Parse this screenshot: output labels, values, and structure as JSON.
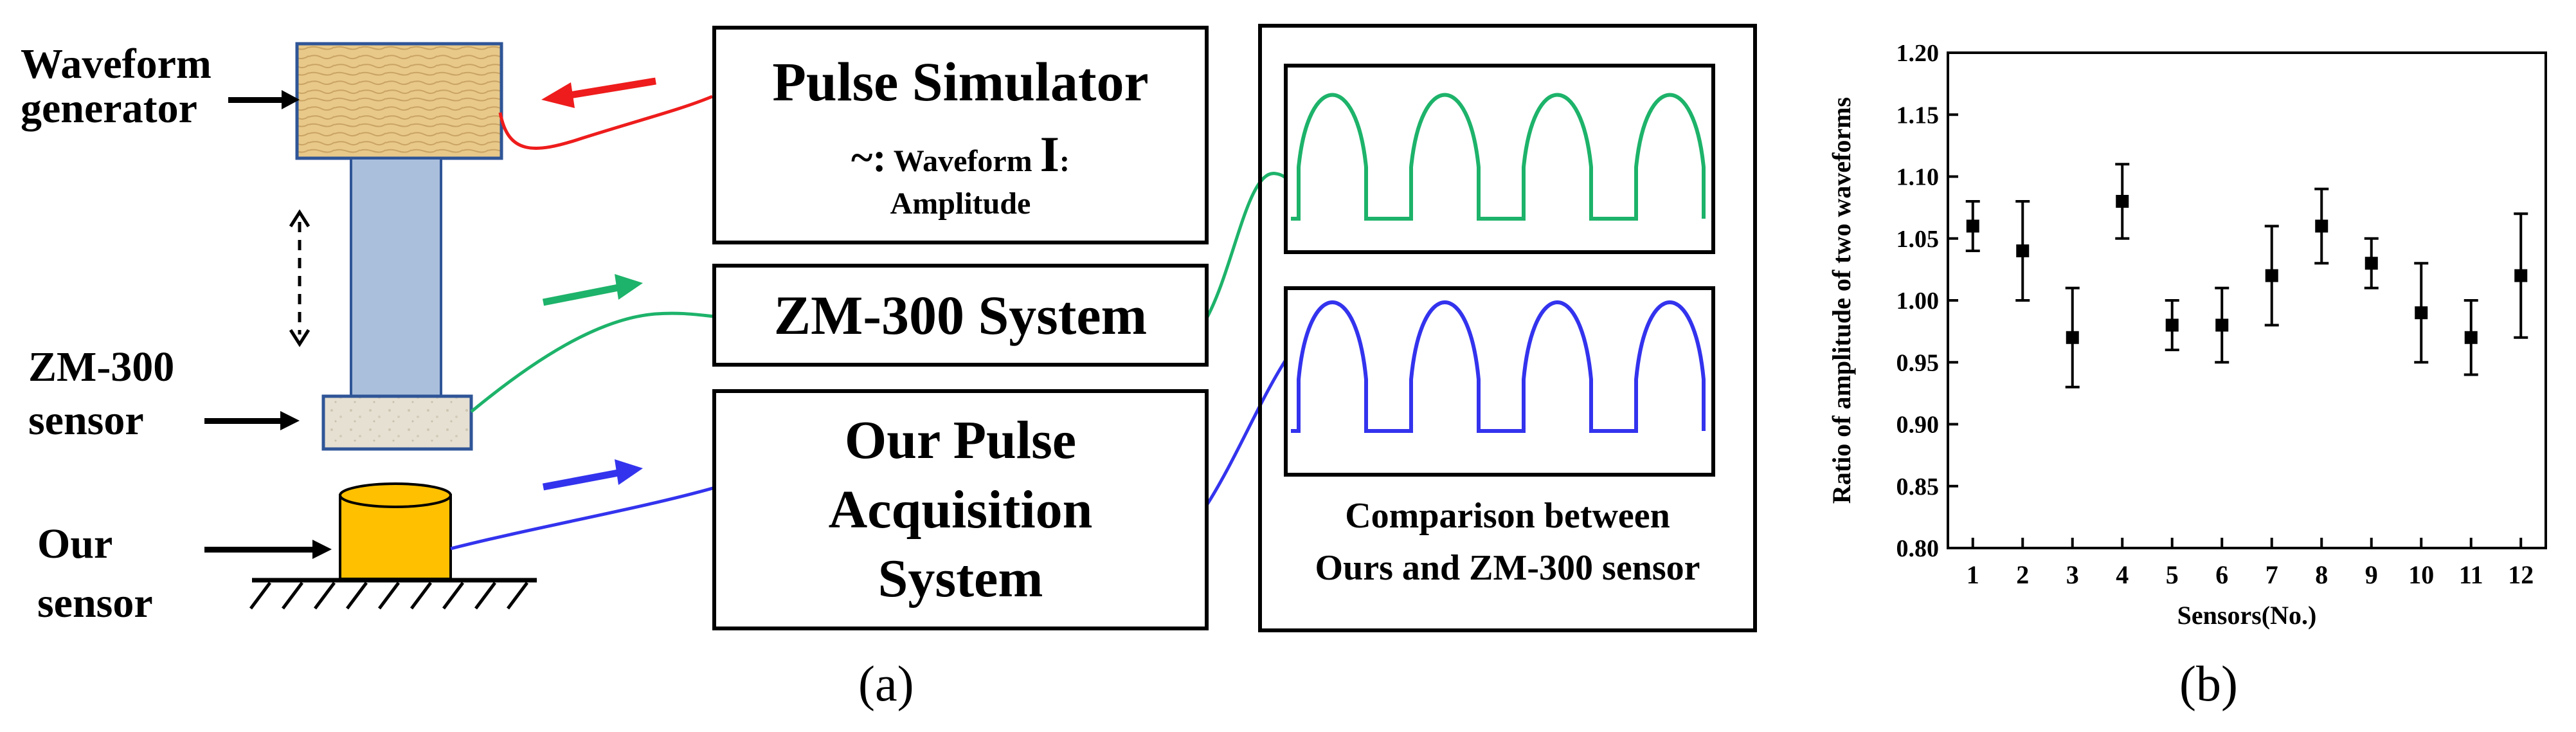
{
  "panel_a": {
    "labels": {
      "waveform_generator_line1": "Waveform",
      "waveform_generator_line2": "generator",
      "zm300_sensor_line1": "ZM-300",
      "zm300_sensor_line2": "sensor",
      "our_sensor_line1": "Our",
      "our_sensor_line2": "sensor"
    },
    "pulse_simulator": {
      "title": "Pulse Simulator",
      "line2_prefix": "~:",
      "line2_waveform": "Waveform",
      "line2_symbol": "I",
      "line2_suffix": ":",
      "line3": "Amplitude"
    },
    "zm300_system": "ZM-300 System",
    "our_system": {
      "line1": "Our Pulse",
      "line2": "Acquisition",
      "line3": "System"
    },
    "comparison": {
      "line1": "Comparison between",
      "line2": "Ours and ZM-300 sensor"
    },
    "colors": {
      "red": "#ee1c1c",
      "green": "#1db36a",
      "blue": "#3333ee",
      "column": "#aabfdc",
      "sensor_yellow": "#ffc000"
    },
    "caption": "(a)"
  },
  "panel_b": {
    "caption": "(b)"
  },
  "chart_data": {
    "type": "scatter",
    "title": "",
    "xlabel": "Sensors(No.)",
    "ylabel": "Ratio of amplitude of two waveforms",
    "x": [
      1,
      2,
      3,
      4,
      5,
      6,
      7,
      8,
      9,
      10,
      11,
      12
    ],
    "x_tick_labels": [
      "1",
      "2",
      "3",
      "4",
      "5",
      "6",
      "7",
      "8",
      "9",
      "10",
      "11",
      "12"
    ],
    "y": [
      1.06,
      1.04,
      0.97,
      1.08,
      0.98,
      0.98,
      1.02,
      1.06,
      1.03,
      0.99,
      0.97,
      1.02
    ],
    "error_low": [
      1.04,
      1.0,
      0.93,
      1.05,
      0.96,
      0.95,
      0.98,
      1.03,
      1.01,
      0.95,
      0.94,
      0.97
    ],
    "error_high": [
      1.08,
      1.08,
      1.01,
      1.11,
      1.0,
      1.01,
      1.06,
      1.09,
      1.05,
      1.03,
      1.0,
      1.07
    ],
    "xlim": [
      0.5,
      12.5
    ],
    "ylim": [
      0.8,
      1.2
    ],
    "y_ticks": [
      "0.80",
      "0.85",
      "0.90",
      "0.95",
      "1.00",
      "1.05",
      "1.10",
      "1.15",
      "1.20"
    ],
    "grid": false,
    "legend": "none"
  }
}
